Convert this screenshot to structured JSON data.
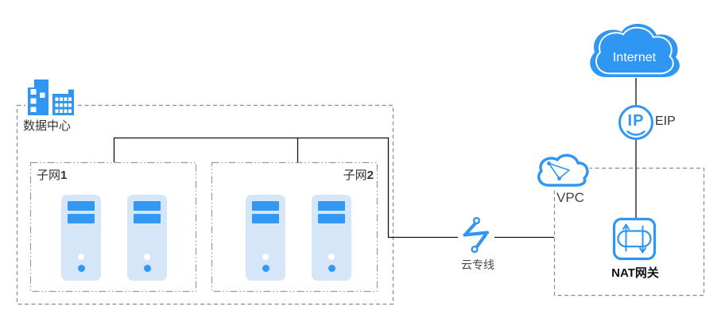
{
  "colors": {
    "accent": "#2f97f3",
    "server_bar": "#3398f4",
    "server_body": "#d5e6f9",
    "connector_line": "#111111",
    "box_border": "#8a8a8a",
    "internet_cloud_fill": "#2f97f3"
  },
  "data_center": {
    "label": "数据中心"
  },
  "subnet1": {
    "name": "子网",
    "num": "1",
    "server_count": 2
  },
  "subnet2": {
    "name": "子网",
    "num": "2",
    "server_count": 2
  },
  "direct_connect": {
    "label": "云专线"
  },
  "vpc": {
    "label": "VPC"
  },
  "eip": {
    "ip_text": "IP",
    "label": "EIP"
  },
  "nat_gateway": {
    "label": "NAT网关"
  },
  "internet": {
    "label": "Internet"
  },
  "icons": {
    "building": "building-icon",
    "server": "server-icon",
    "direct_connect": "zigzag-link-icon",
    "vpc": "cloud-outline-icon",
    "eip": "ip-circle-icon",
    "nat": "nat-arrows-icon",
    "internet": "cloud-filled-icon"
  }
}
